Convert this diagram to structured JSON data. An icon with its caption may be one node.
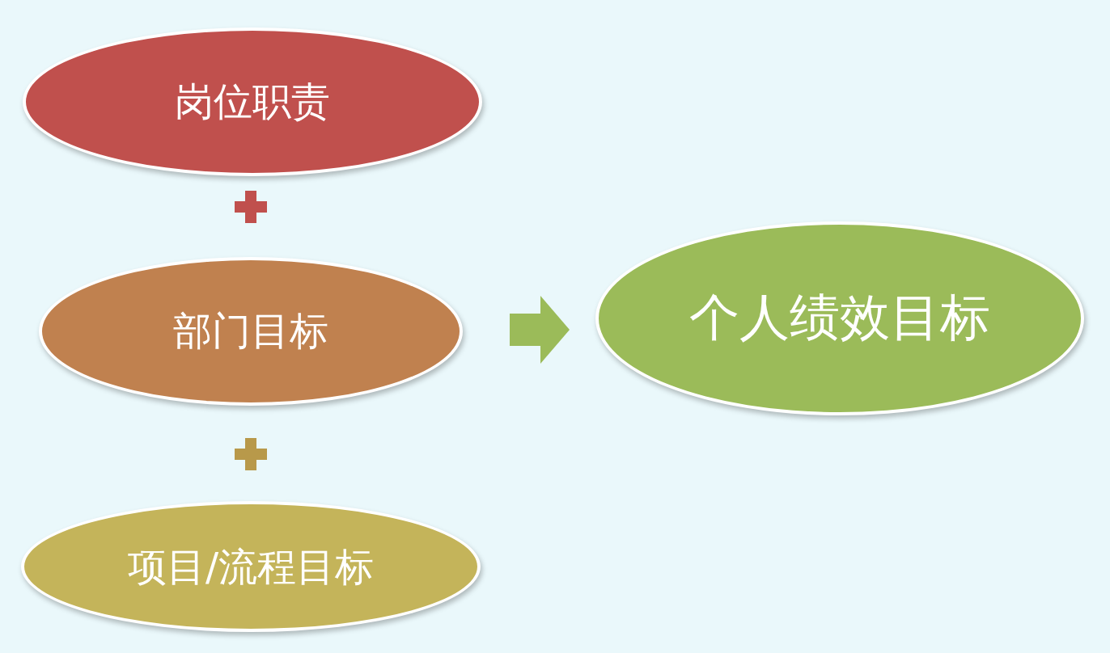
{
  "diagram": {
    "nodes": [
      {
        "text": [
          "岗位职责"
        ]
      },
      {
        "text": [
          "部门目标"
        ]
      },
      {
        "text": [
          "项目/流程目标"
        ]
      },
      {
        "text": [
          "个人绩效目标"
        ]
      }
    ],
    "edges": [
      {
        "from": 1,
        "to": 3,
        "arrow": "to"
      }
    ]
  }
}
